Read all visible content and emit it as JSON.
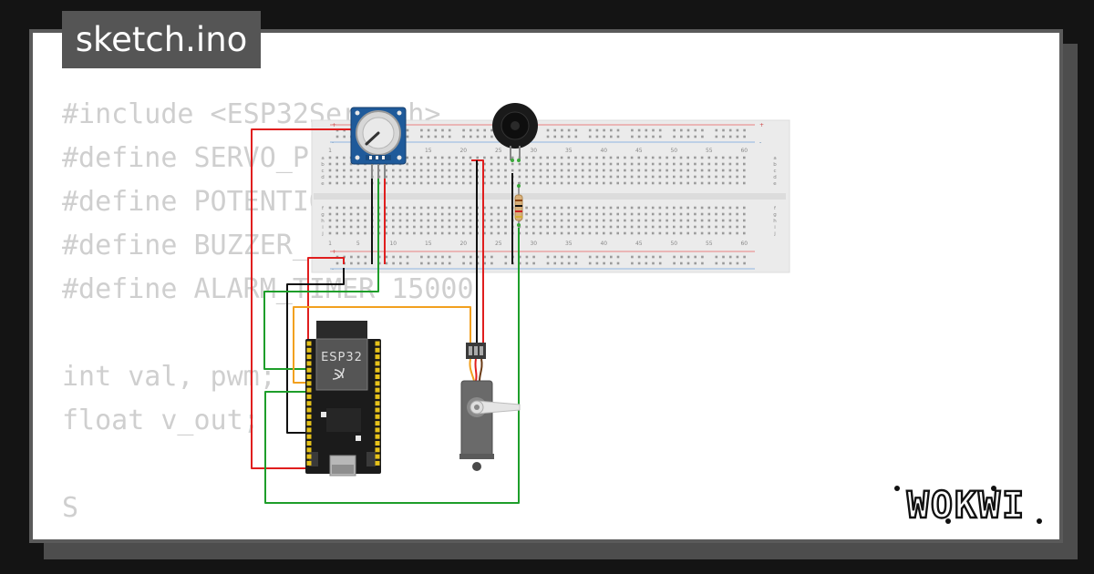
{
  "window": {
    "title": "sketch.ino"
  },
  "code": {
    "lines": [
      "#include <ESP32Servo.h>",
      "#define SERVO_PIN 26",
      "#define POTENTIOMETER_PIN 34",
      "#define BUZZER_PIN 27",
      "#define ALARM_TIMER 15000",
      "",
      "int val, pwm;",
      "float v_out;",
      "",
      "S"
    ]
  },
  "board": {
    "label": "ESP32"
  },
  "breadboard": {
    "column_labels": [
      "1",
      "5",
      "10",
      "15",
      "20",
      "25",
      "30",
      "35",
      "40",
      "45",
      "50",
      "55",
      "60"
    ],
    "row_labels_top": [
      "a",
      "b",
      "c",
      "d",
      "e"
    ],
    "row_labels_bottom": [
      "f",
      "g",
      "h",
      "i",
      "j"
    ],
    "rail_plus": "+",
    "rail_minus": "-"
  },
  "brand": {
    "logo_text": "WOKWI"
  },
  "colors": {
    "background": "#141414",
    "card": "#ffffff",
    "code_text": "#cfcfcf",
    "tab": "#555555",
    "wire_red": "#e01e1e",
    "wire_black": "#111111",
    "wire_green": "#1e9e2a",
    "wire_orange": "#f2a01f"
  }
}
